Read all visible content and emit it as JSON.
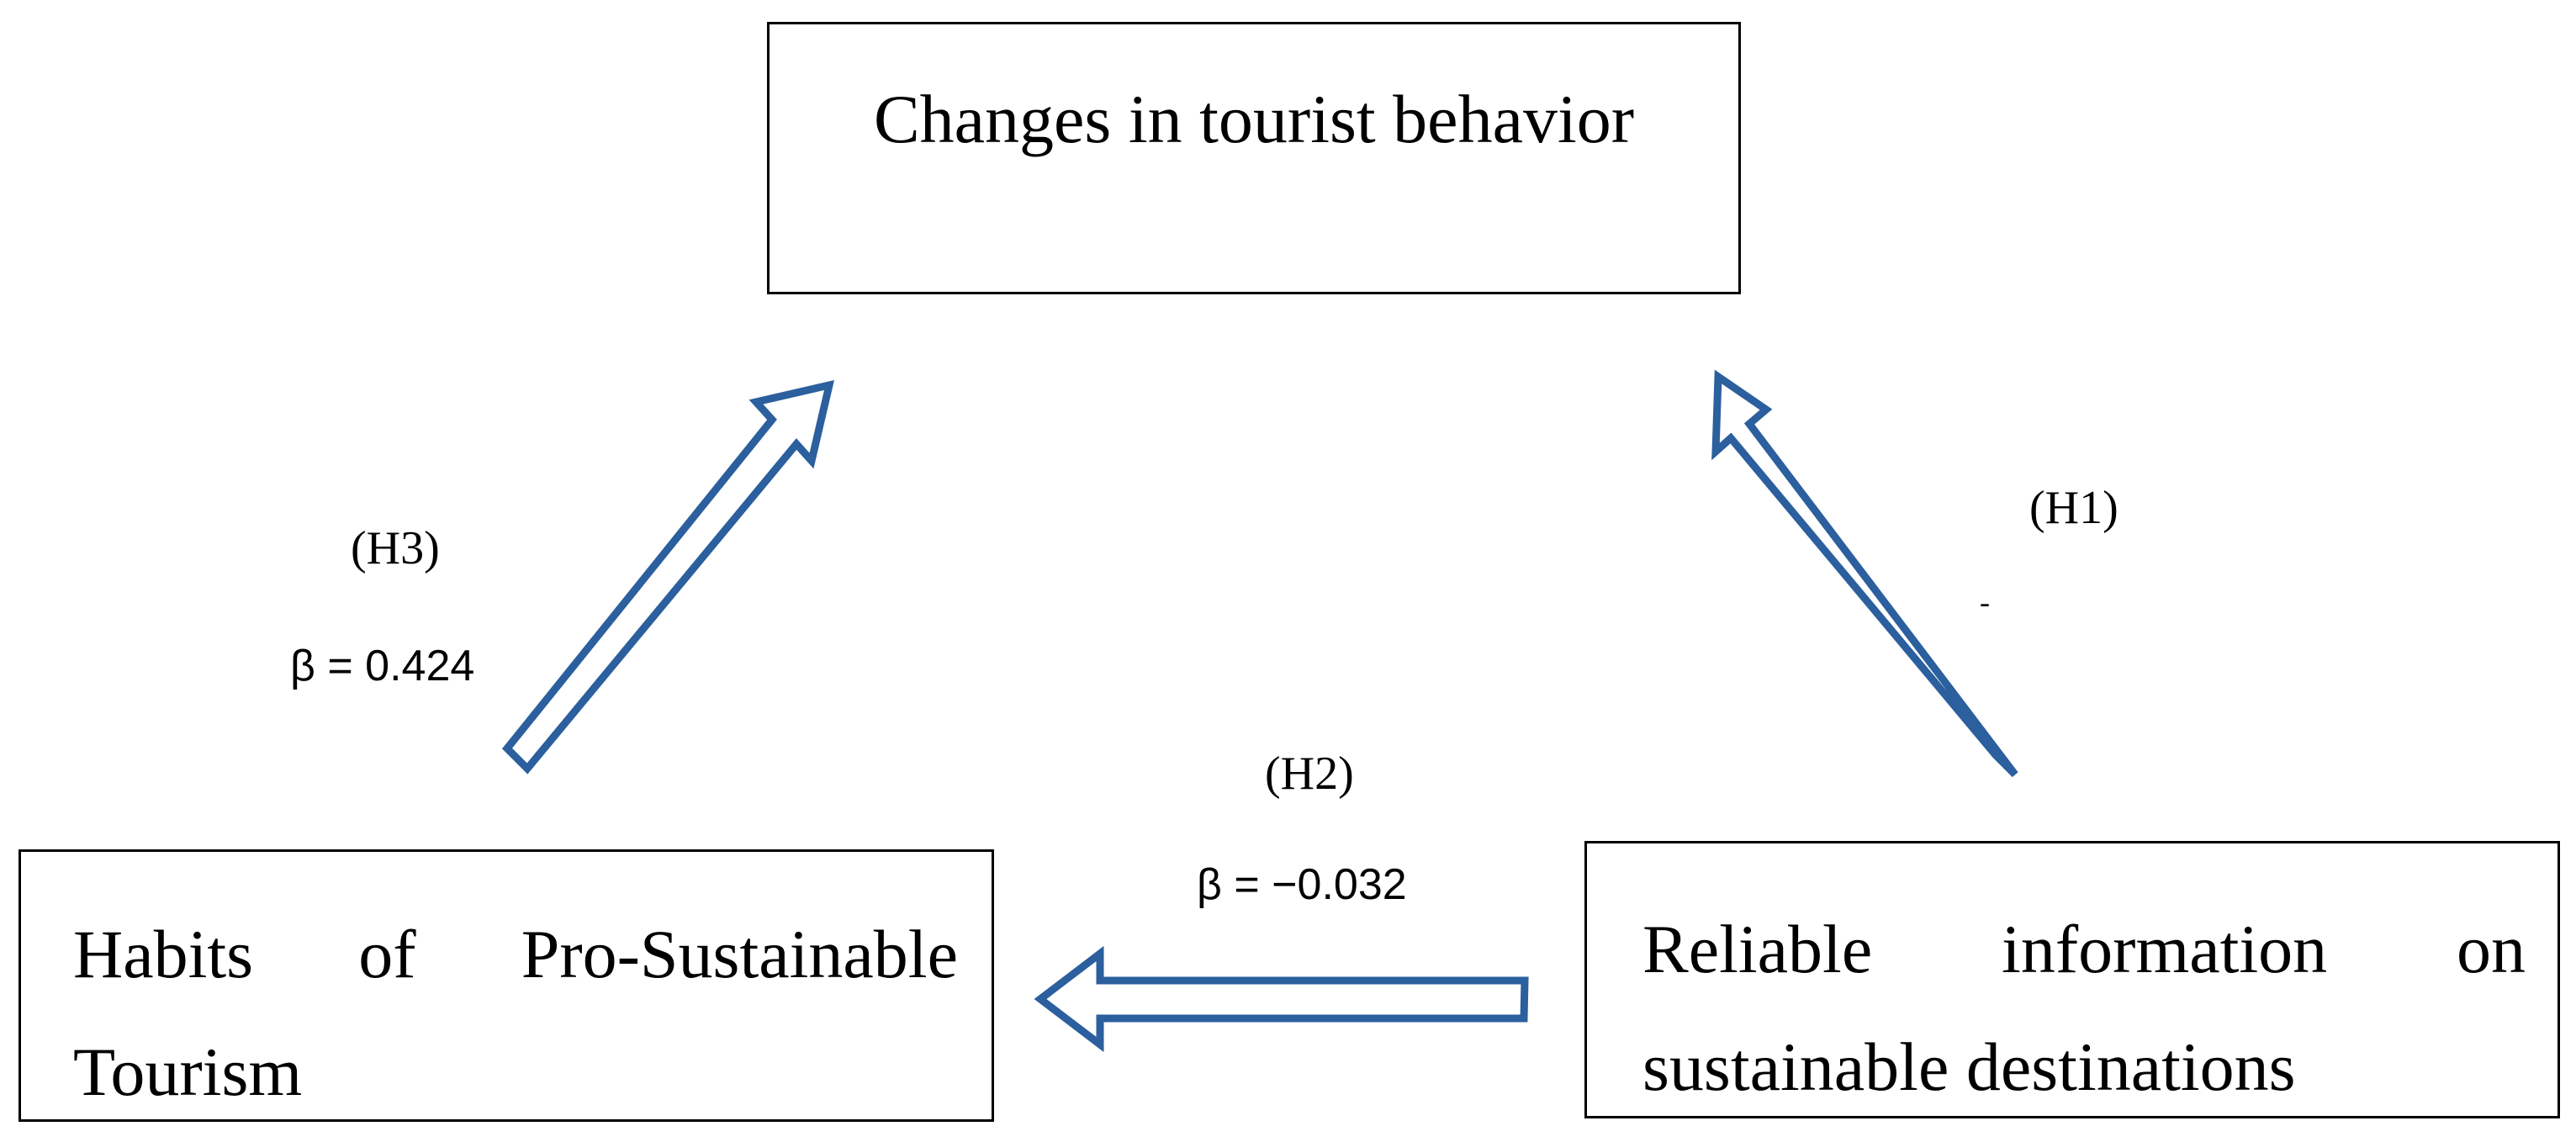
{
  "nodes": {
    "top": {
      "label": "Changes in tourist behavior"
    },
    "left": {
      "line1": [
        "Habits",
        "of",
        "Pro-Sustainable"
      ],
      "line2": "Tourism"
    },
    "right": {
      "line1": [
        "Reliable",
        "information",
        "on"
      ],
      "line2": "sustainable destinations"
    }
  },
  "edges": {
    "h1": {
      "from": "right",
      "to": "top",
      "hypothesis": "(H1)",
      "coefficient": "-"
    },
    "h2": {
      "from": "right",
      "to": "left",
      "hypothesis": "(H2)",
      "coefficient": "β = −0.032"
    },
    "h3": {
      "from": "left",
      "to": "top",
      "hypothesis": "(H3)",
      "coefficient": "β = 0.424"
    }
  },
  "colors": {
    "arrow_stroke": "#2b5f9e",
    "box_border": "#000000",
    "text": "#000000"
  }
}
